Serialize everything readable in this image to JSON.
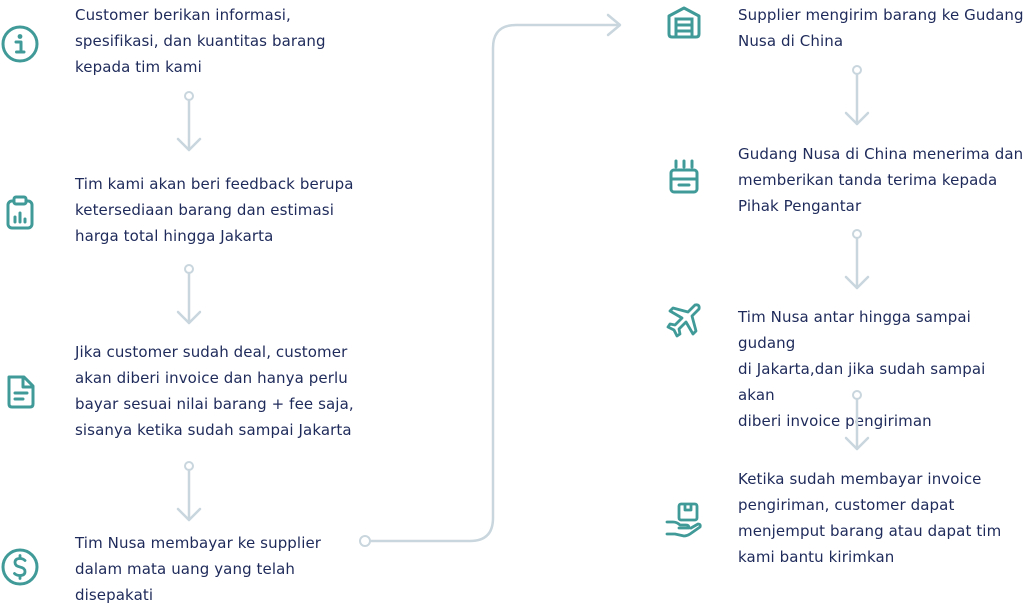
{
  "colors": {
    "icon": "#3f9a98",
    "text": "#1e2a5a",
    "line": "#c9d6dd"
  },
  "steps": [
    {
      "icon": "info-icon",
      "text": "Customer berikan informasi,\nspesifikasi, dan kuantitas barang\nkepada tim kami"
    },
    {
      "icon": "clipboard-chart-icon",
      "text": "Tim kami akan beri feedback berupa\nketersediaan barang dan estimasi\nharga total hingga Jakarta"
    },
    {
      "icon": "document-icon",
      "text": "Jika customer sudah deal, customer\nakan diberi invoice dan hanya perlu\nbayar sesuai nilai barang + fee saja,\nsisanya ketika sudah sampai Jakarta"
    },
    {
      "icon": "dollar-icon",
      "text": "Tim Nusa membayar ke supplier\ndalam mata uang yang telah\ndisepakati"
    },
    {
      "icon": "warehouse-icon",
      "text": "Supplier mengirim barang ke Gudang\nNusa di China"
    },
    {
      "icon": "receipt-icon",
      "text": "Gudang Nusa di China menerima dan\nmemberikan tanda terima kepada\nPihak Pengantar"
    },
    {
      "icon": "airplane-icon",
      "text": "Tim Nusa antar hingga sampai gudang\ndi Jakarta,dan jika sudah sampai akan\ndiberi invoice pengiriman"
    },
    {
      "icon": "hand-box-icon",
      "text": "Ketika sudah membayar invoice\npengiriman, customer dapat\nmenjemput barang atau dapat tim\nkami bantu kirimkan"
    }
  ]
}
